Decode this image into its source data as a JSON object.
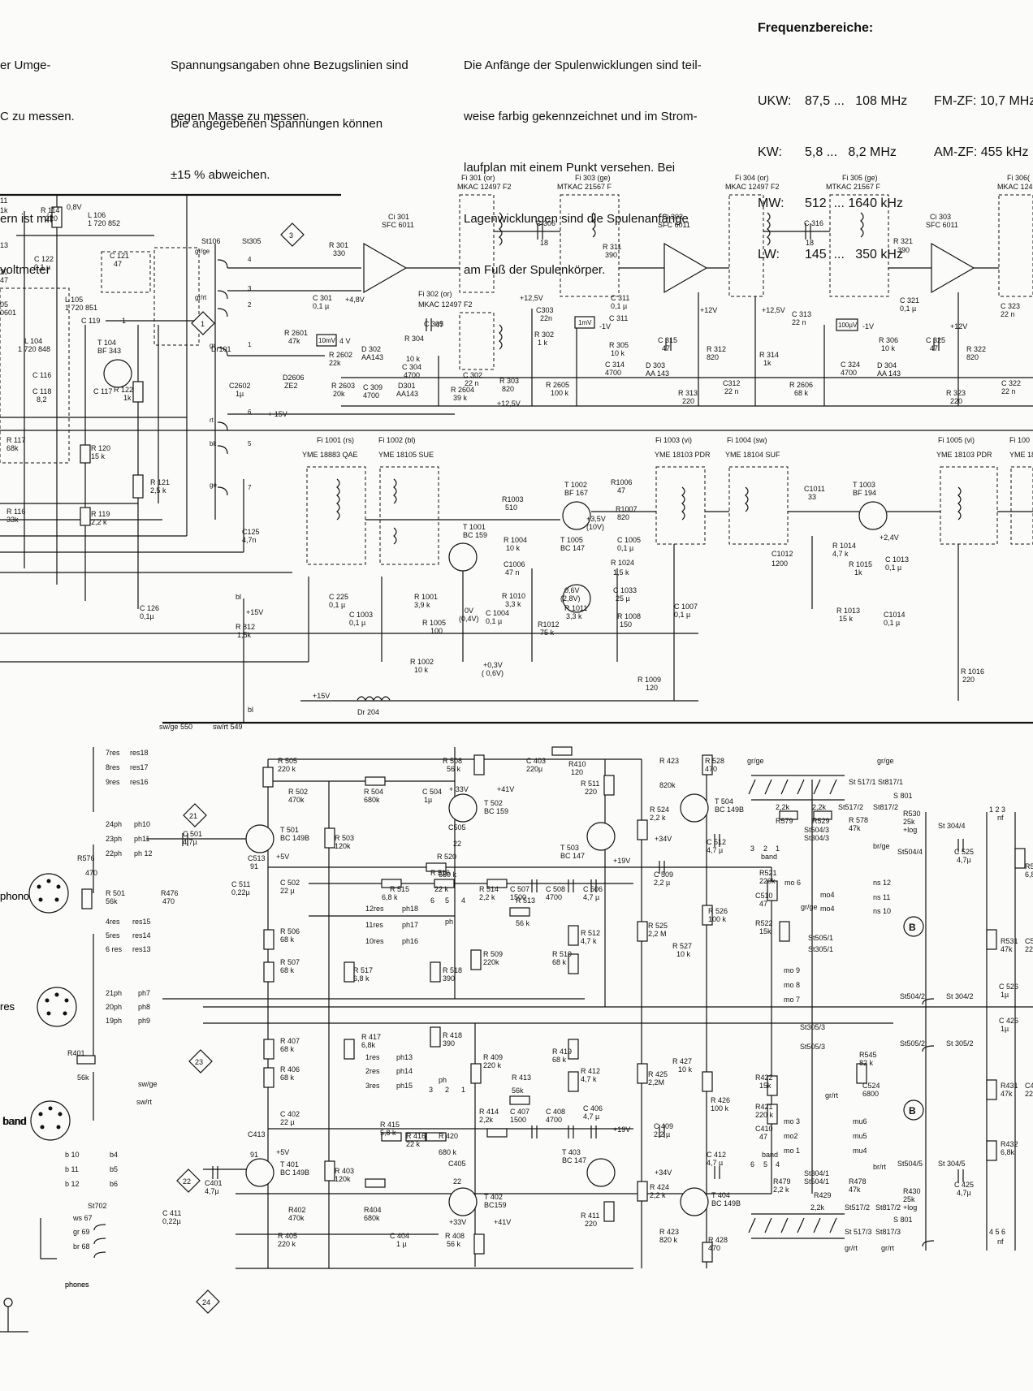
{
  "notes": {
    "left_cut": [
      "er Umge-",
      "C zu messen.",
      "",
      "ern ist mit",
      "voltmeter"
    ],
    "voltage_ref": [
      "Spannungsangaben ohne Bezugslinien sind",
      "gegen Masse zu messen."
    ],
    "tolerance": [
      "Die angegebenen Spannungen können",
      "±15 % abweichen."
    ],
    "coil_note": [
      "Die Anfänge der Spulenwicklungen sind teil-",
      "weise farbig gekennzeichnet und im Strom-",
      "laufplan mit einem Punkt versehen. Bei",
      "Lagenwicklungen sind die Spulenanfänge",
      "am Fuß der Spulenkörper."
    ]
  },
  "frequency": {
    "title": "Frequenzbereiche:",
    "rows": [
      {
        "band": "UKW:",
        "range": "87,5 ...   108 MHz"
      },
      {
        "band": "KW:",
        "range": "5,8 ...   8,2 MHz"
      },
      {
        "band": "MW:",
        "range": "512  ... 1640 kHz"
      },
      {
        "band": "LW:",
        "range": "145  ...   350 kHz"
      }
    ],
    "if": [
      "FM-ZF: 10,7 MHz",
      "AM-ZF: 455 kHz"
    ]
  },
  "ics": [
    {
      "ref": "Ci 301",
      "type": "SFC 6011"
    },
    {
      "ref": "Ci 302",
      "type": "SFC 6011"
    },
    {
      "ref": "Ci 303",
      "type": "SFC 6011"
    }
  ],
  "filters": [
    {
      "ref": "Fi 301 (or)",
      "type": "MKAC 12497 F2"
    },
    {
      "ref": "Fi 303 (ge)",
      "type": "MTKAC 21567 F"
    },
    {
      "ref": "Fi 304 (or)",
      "type": "MKAC 12497 F2"
    },
    {
      "ref": "Fi 305 (ge)",
      "type": "MTKAC 21567 F"
    },
    {
      "ref": "Fi 302 (or)",
      "type": "MKAC 12497 F2"
    },
    {
      "ref": "Fi 1001 (rs)",
      "type": "YME 18883 QAE"
    },
    {
      "ref": "Fi 1002 (bl)",
      "type": "YME 18105 SUE"
    },
    {
      "ref": "Fi 1003 (vi)",
      "type": "YME 18103 PDR"
    },
    {
      "ref": "Fi 1004 (sw)",
      "type": "YME 18104 SUF"
    },
    {
      "ref": "Fi 1005 (vi)",
      "type": "YME 18103 PDR"
    }
  ],
  "transistors": [
    {
      "ref": "T 104",
      "type": "BF 343"
    },
    {
      "ref": "T 1001",
      "type": "BC 159"
    },
    {
      "ref": "T 1002",
      "type": "BF 167"
    },
    {
      "ref": "T 1005",
      "type": "BC 147"
    },
    {
      "ref": "T 1003",
      "type": "BF 194"
    },
    {
      "ref": "T 501",
      "type": "BC 149B"
    },
    {
      "ref": "T 502",
      "type": "BC 159"
    },
    {
      "ref": "T 503",
      "type": "BC 147"
    },
    {
      "ref": "T 504",
      "type": "BC 149B"
    },
    {
      "ref": "T 401",
      "type": "BC 149B"
    },
    {
      "ref": "T 402",
      "type": "BC159"
    },
    {
      "ref": "T 403",
      "type": "BC 147"
    },
    {
      "ref": "T 404",
      "type": "BC 149B"
    }
  ],
  "markers": [
    "3",
    "1",
    "21",
    "23",
    "22",
    "24"
  ],
  "jacks": {
    "phono": "phono",
    "res": "res",
    "band": "band",
    "phones": "phones"
  },
  "rails": [
    "+15V",
    "+12V",
    "+12,5V",
    "+19V",
    "+34V",
    "+41V",
    "+33V",
    "+5V",
    "-1V"
  ],
  "colors": {
    "ink": "#111111",
    "paper": "#fbfbf9"
  }
}
